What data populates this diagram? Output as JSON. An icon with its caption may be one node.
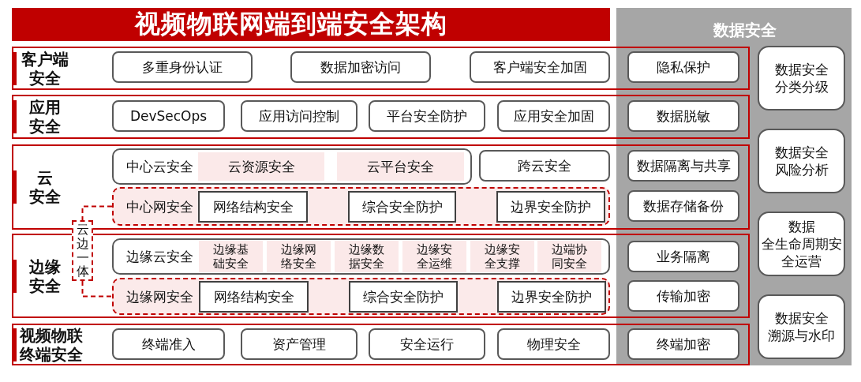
{
  "diagram": {
    "title": "视频物联网端到端安全架构",
    "nodes": [
      {
        "text": [
          "客户端安全"
        ]
      },
      {
        "text": [
          "多重身份认证"
        ],
        "in": 0
      },
      {
        "text": [
          "数据加密访问"
        ],
        "in": 0
      },
      {
        "text": [
          "客户端安全加固"
        ],
        "in": 0
      },
      {
        "text": [
          "隐私保护"
        ]
      },
      {
        "text": [
          "应用安全"
        ]
      },
      {
        "text": [
          "DevSecOps"
        ],
        "in": 5
      },
      {
        "text": [
          "应用访问控制"
        ],
        "in": 5
      },
      {
        "text": [
          "平台安全防护"
        ],
        "in": 5
      },
      {
        "text": [
          "应用安全加固"
        ],
        "in": 5
      },
      {
        "text": [
          "数据脱敏"
        ]
      },
      {
        "text": [
          "云安全"
        ]
      },
      {
        "text": [
          "中心云安全"
        ],
        "in": 11
      },
      {
        "text": [
          "云资源安全"
        ],
        "in": 12
      },
      {
        "text": [
          "云平台安全"
        ],
        "in": 12
      },
      {
        "text": [
          "跨云安全"
        ],
        "in": 11
      },
      {
        "text": [
          "数据隔离与共享"
        ]
      },
      {
        "text": [
          "中心网安全"
        ],
        "in": 11
      },
      {
        "text": [
          "网络结构安全"
        ],
        "in": 17
      },
      {
        "text": [
          "综合安全防护"
        ],
        "in": 17
      },
      {
        "text": [
          "边界安全防护"
        ],
        "in": 17
      },
      {
        "text": [
          "数据存储备份"
        ]
      },
      {
        "text": [
          "云边一体"
        ]
      },
      {
        "text": [
          "边缘安全"
        ]
      },
      {
        "text": [
          "边缘云安全"
        ],
        "in": 23
      },
      {
        "text": [
          "边缘基础安全"
        ],
        "in": 24
      },
      {
        "text": [
          "边缘网络安全"
        ],
        "in": 24
      },
      {
        "text": [
          "边缘数据安全"
        ],
        "in": 24
      },
      {
        "text": [
          "边缘安全运维"
        ],
        "in": 24
      },
      {
        "text": [
          "边缘安全支撑"
        ],
        "in": 24
      },
      {
        "text": [
          "边端协同安全"
        ],
        "in": 24
      },
      {
        "text": [
          "业务隔离"
        ]
      },
      {
        "text": [
          "边缘网安全"
        ],
        "in": 23
      },
      {
        "text": [
          "网络结构安全"
        ],
        "in": 32
      },
      {
        "text": [
          "综合安全防护"
        ],
        "in": 32
      },
      {
        "text": [
          "边界安全防护"
        ],
        "in": 32
      },
      {
        "text": [
          "传输加密"
        ]
      },
      {
        "text": [
          "视频物联终端安全"
        ]
      },
      {
        "text": [
          "终端准入"
        ],
        "in": 37
      },
      {
        "text": [
          "资产管理"
        ],
        "in": 37
      },
      {
        "text": [
          "安全运行"
        ],
        "in": 37
      },
      {
        "text": [
          "物理安全"
        ],
        "in": 37
      },
      {
        "text": [
          "终端加密"
        ]
      },
      {
        "text": [
          "数据安全"
        ]
      },
      {
        "text": [
          "数据安全分类分级"
        ],
        "in": 43
      },
      {
        "text": [
          "数据安全风险分析"
        ],
        "in": 43
      },
      {
        "text": [
          "数据全生命周期安全运营"
        ],
        "in": 43
      },
      {
        "text": [
          "数据安全溯源与水印"
        ],
        "in": 43
      }
    ],
    "edges": [
      {
        "from": 17,
        "to": 22,
        "arrow": "none",
        "style": "dashed"
      },
      {
        "from": 22,
        "to": 32,
        "arrow": "none",
        "style": "dashed"
      }
    ]
  }
}
